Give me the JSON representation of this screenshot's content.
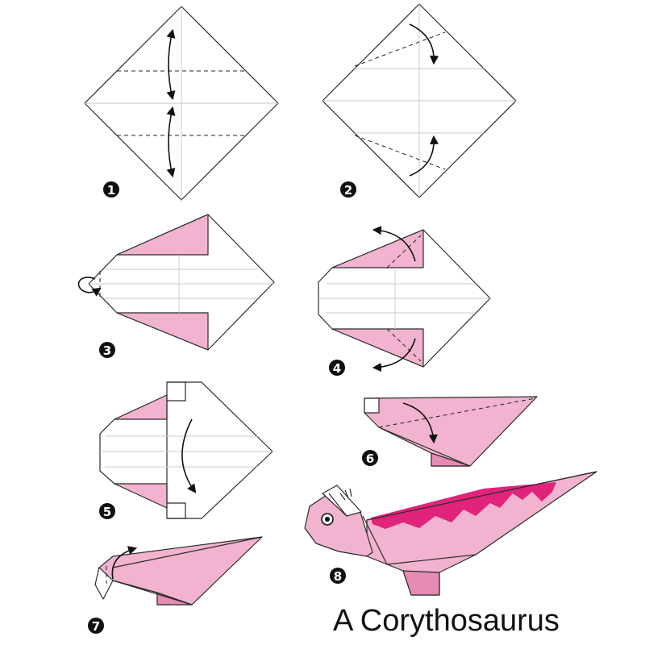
{
  "title": "A Corythosaurus",
  "steps": [
    {
      "number": "1"
    },
    {
      "number": "2"
    },
    {
      "number": "3"
    },
    {
      "number": "4"
    },
    {
      "number": "5"
    },
    {
      "number": "6"
    },
    {
      "number": "7"
    },
    {
      "number": "8"
    }
  ],
  "colors": {
    "paper_pink": "#f1b3cf",
    "crest_magenta": "#e0237b",
    "outline": "#2b2b2b"
  }
}
